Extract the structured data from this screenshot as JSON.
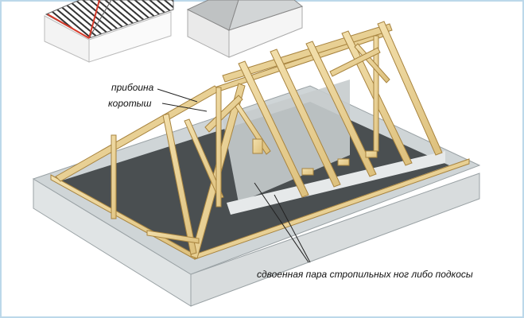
{
  "labels": {
    "priboina": "прибоина",
    "korotysh": "коротыш",
    "paired_rafters": "сдвоенная пара стропильных ног либо подкосы"
  },
  "colors": {
    "frame_border": "#bcd8ea",
    "wall_face": "#dfe3e4",
    "wall_top": "#c9cfd1",
    "floor": "#4a4f51",
    "timber": "#ead39a",
    "timber_dark": "#b9944e",
    "roof_red_lines": "#d63a2a",
    "roof_grey": "#c8cbcc"
  }
}
